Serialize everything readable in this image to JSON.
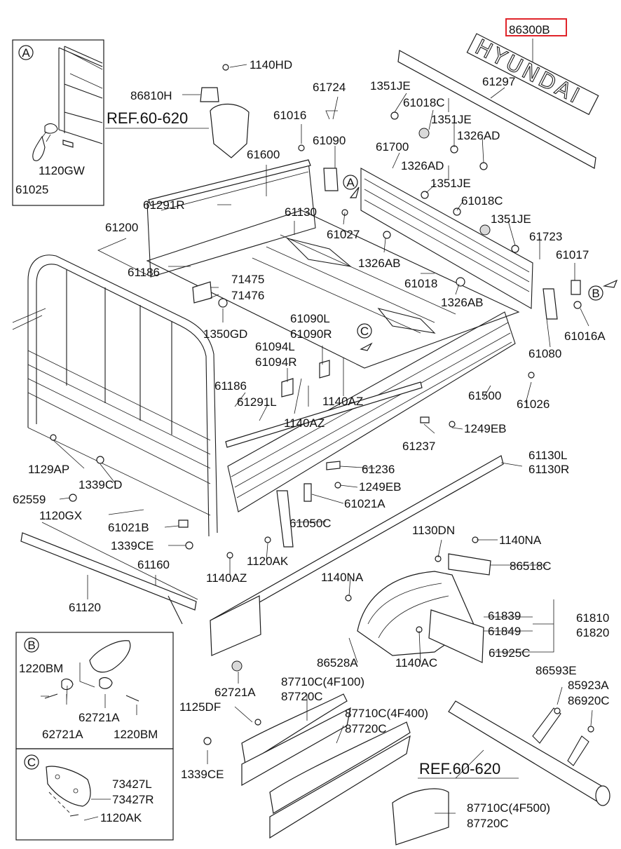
{
  "highlight_color": "#e0242a",
  "highlighted_part": "86300B",
  "emblem_text": "HYUNDAI",
  "ref_labels": [
    "REF.60-620",
    "REF.60-620"
  ],
  "inset_letters": [
    "A",
    "B",
    "C"
  ],
  "callout_letters": [
    "A",
    "B",
    "C"
  ],
  "labels": [
    "86300B",
    "61297",
    "1140HD",
    "86810H",
    "61724",
    "1351JE",
    "61018C",
    "1351JE",
    "1326AD",
    "61016",
    "61090",
    "61700",
    "1326AD",
    "1351JE",
    "61018C",
    "1351JE",
    "61723",
    "61017",
    "61016A",
    "61600",
    "61291R",
    "61130",
    "61027",
    "1326AB",
    "61018",
    "1326AB",
    "61080",
    "61200",
    "61186",
    "71475",
    "71476",
    "1350GD",
    "61090L",
    "61090R",
    "61094L",
    "61094R",
    "61186",
    "61291L",
    "1140AZ",
    "1140AZ",
    "61500",
    "61026",
    "61237",
    "1249EB",
    "61130L",
    "61130R",
    "61236",
    "1249EB",
    "61021A",
    "1129AP",
    "1339CD",
    "62559",
    "1120GX",
    "61021B",
    "61050C",
    "1339CE",
    "1120AK",
    "1140AZ",
    "61160",
    "61120",
    "1130DN",
    "1140NA",
    "86518C",
    "1140NA",
    "61839",
    "61849",
    "61810",
    "61820",
    "61925C",
    "86528A",
    "1140AC",
    "62721A",
    "87710C(4F100)",
    "87720C",
    "87710C(4F400)",
    "87720C",
    "86593E",
    "85923A",
    "86920C",
    "1125DF",
    "1339CE",
    "87710C(4F500)",
    "87720C",
    "1120GW",
    "61025",
    "1220BM",
    "62721A",
    "62721A",
    "1220BM",
    "73427L",
    "73427R",
    "1120AK"
  ]
}
